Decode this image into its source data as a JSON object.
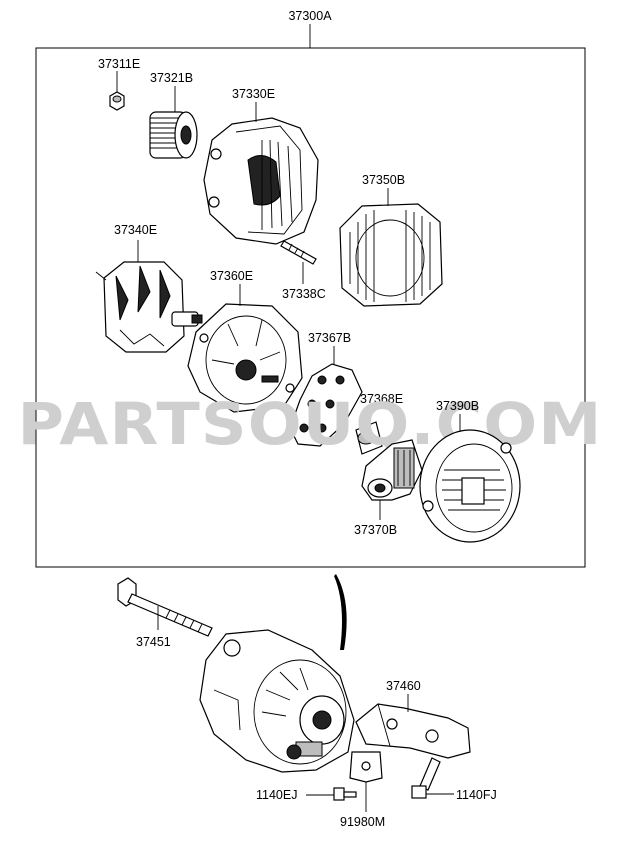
{
  "diagram": {
    "assembly_label": "37300A",
    "watermark": "PARTSOUQ.COM",
    "part_labels": {
      "p37311E": "37311E",
      "p37321B": "37321B",
      "p37330E": "37330E",
      "p37350B": "37350B",
      "p37340E": "37340E",
      "p37338C": "37338C",
      "p37360E": "37360E",
      "p37367B": "37367B",
      "p37368E": "37368E",
      "p37390B": "37390B",
      "p37370B": "37370B",
      "p37451": "37451",
      "p37460": "37460",
      "p1140EJ": "1140EJ",
      "p1140FJ": "1140FJ",
      "p91980M": "91980M"
    }
  }
}
